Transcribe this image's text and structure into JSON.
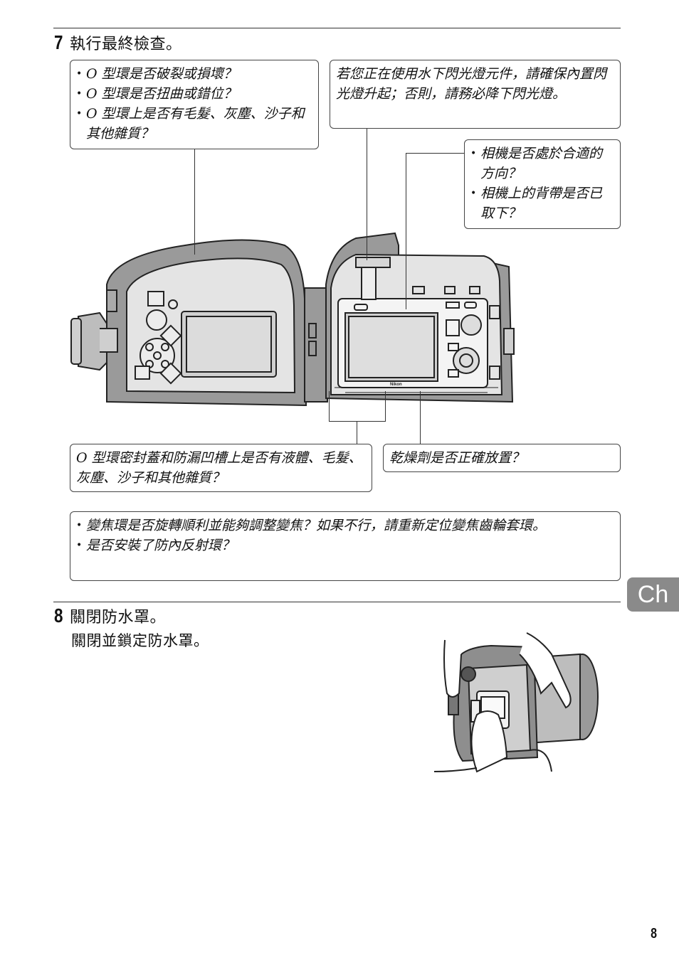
{
  "step7": {
    "number": "7",
    "title": "執行最終檢查。"
  },
  "callouts": {
    "oring": [
      "O 型環是否破裂或損壞？",
      "O 型環是否扭曲或錯位？",
      "O 型環上是否有毛髮、灰塵、沙子和其他雜質？"
    ],
    "flash": "若您正在使用水下閃光燈元件，請確保內置閃光燈升起；否則，請務必降下閃光燈。",
    "camera": [
      "相機是否處於合適的方向？",
      "相機上的背帶是否已取下？"
    ],
    "groove": "O 型環密封蓋和防漏凹槽上是否有液體、毛髮、灰塵、沙子和其他雜質？",
    "desiccant": "乾燥劑是否正確放置？",
    "zoom": [
      "變焦環是否旋轉順利並能夠調整變焦？如果不行，請重新定位變焦齒輪套環。",
      "是否安裝了防內反射環？"
    ]
  },
  "step8": {
    "number": "8",
    "title": "關閉防水罩。",
    "body": "關閉並鎖定防水罩。"
  },
  "side_tab": "Ch",
  "page_number": "8",
  "camera_brand": "Nikon"
}
